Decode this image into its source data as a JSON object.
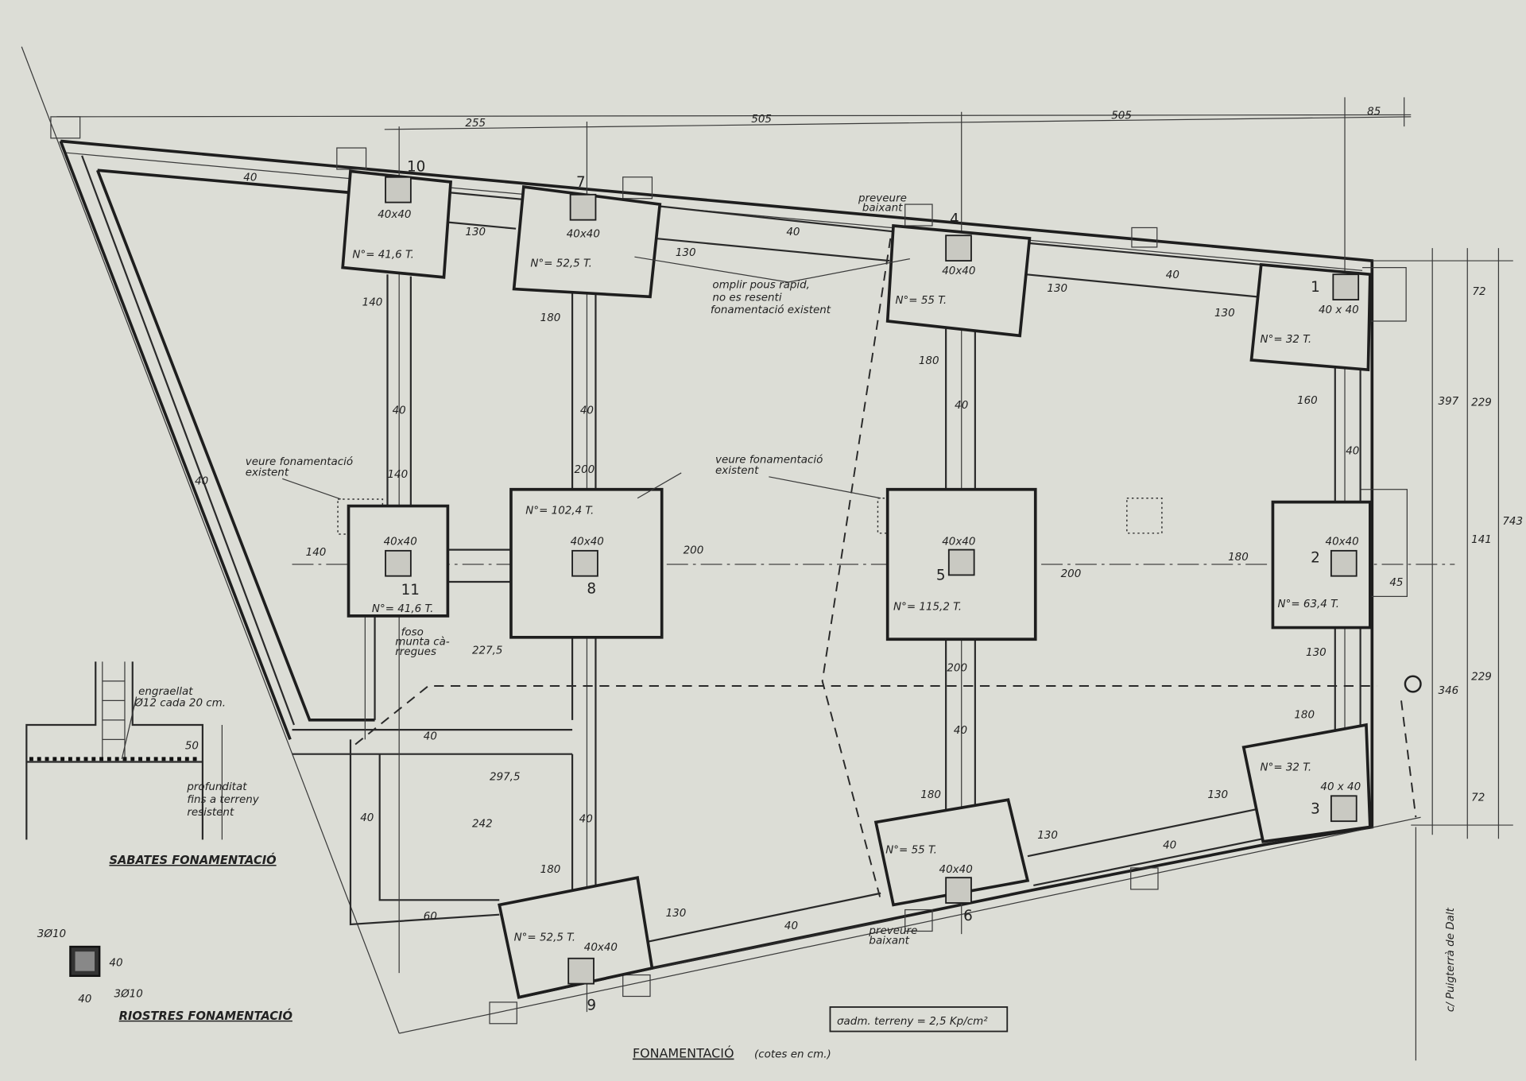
{
  "title": "FONAMENTACIÓ",
  "title_note": "(cotes en cm.)",
  "soil_capacity": "σadm. terreny = 2,5 Kp/cm²",
  "street": "c/ Puigterrà de Dalt",
  "top_dimensions": [
    "255",
    "505",
    "505",
    "85"
  ],
  "right_dimensions": [
    "72",
    "397",
    "229",
    "743",
    "141",
    "346",
    "229",
    "72"
  ],
  "footings": [
    {
      "number": "1",
      "load": "N°= 32 T.",
      "column": "40 x 40"
    },
    {
      "number": "2",
      "load": "N°= 63,4 T.",
      "column": "40x40"
    },
    {
      "number": "3",
      "load": "N°= 32 T.",
      "column": "40 x 40"
    },
    {
      "number": "4",
      "load": "N°= 55 T.",
      "column": "40x40"
    },
    {
      "number": "5",
      "load": "N°= 115,2 T.",
      "column": "40x40"
    },
    {
      "number": "6",
      "load": "N°= 55 T.",
      "column": "40x40"
    },
    {
      "number": "7",
      "load": "N°= 52,5 T.",
      "column": "40x40"
    },
    {
      "number": "8",
      "load": "N°= 102,4 T.",
      "column": "40x40"
    },
    {
      "number": "9",
      "load": "N°= 52,5 T.",
      "column": "40x40"
    },
    {
      "number": "10",
      "load": "N°= 41,6 T.",
      "column": "40x40"
    },
    {
      "number": "11",
      "load": "N°= 41,6 T.",
      "column": "40x40"
    }
  ],
  "dimensions": [
    "40",
    "130",
    "140",
    "180",
    "130",
    "40",
    "130",
    "40",
    "130",
    "180",
    "160",
    "40",
    "40",
    "40",
    "40",
    "40",
    "140",
    "200",
    "140",
    "200",
    "200",
    "180",
    "45",
    "130",
    "227,5",
    "200",
    "180",
    "40",
    "40",
    "297,5",
    "242",
    "40",
    "40",
    "180",
    "130",
    "130",
    "40",
    "180",
    "130",
    "60",
    "40"
  ],
  "annotations": {
    "existing_left": [
      "veure fonamentació",
      "existent"
    ],
    "existing_mid": [
      "veure fonamentació",
      "existent"
    ],
    "fill_wells": [
      "omplir pous rapid,",
      "no es resenti",
      "fonamentació existent"
    ],
    "downpipe_top": [
      "preveure",
      "baixant"
    ],
    "downpipe_bottom": [
      "preveure",
      "baixant"
    ],
    "lift_pit": [
      "foso",
      "munta cà-",
      "rregues"
    ]
  },
  "footing_section": {
    "title": "SABATES FONAMENTACIÓ",
    "rebar": [
      "engraellat",
      "Ø12 cada 20 cm."
    ],
    "depth_dim": "50",
    "depth_note": [
      "profunditat",
      "fins a terreny",
      "resistent"
    ]
  },
  "tie_beam_section": {
    "title": "RIOSTRES FONAMENTACIÓ",
    "rebar_top": "3Ø10",
    "rebar_bottom": "3Ø10",
    "width": "40",
    "height": "40"
  }
}
